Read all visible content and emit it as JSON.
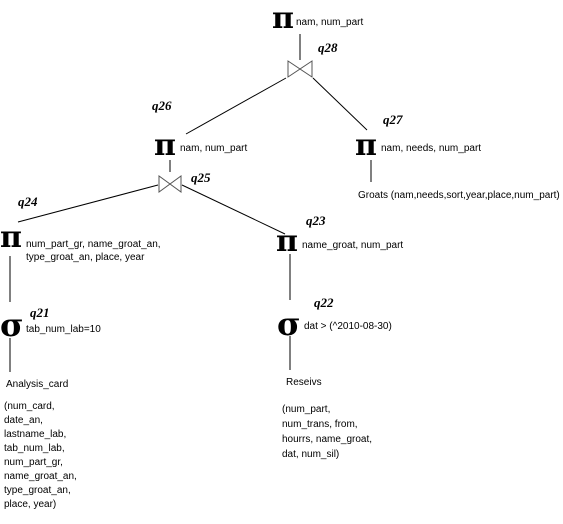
{
  "nodes": {
    "q28": {
      "sym": "π",
      "label": "nam, num_part"
    },
    "join_top": {
      "q": "q28"
    },
    "q26": {
      "q": "q26",
      "sym": "π",
      "label": "nam, num_part"
    },
    "q27": {
      "q": "q27",
      "sym": "π",
      "label": "nam, needs,  num_part"
    },
    "groats": {
      "label": "Groats (nam,needs,sort,year,place,num_part)"
    },
    "join_mid": {
      "q": "q25"
    },
    "q24": {
      "q": "q24",
      "sym": "π",
      "line1": "num_part_gr, name_groat_an,",
      "line2": "type_groat_an, place, year"
    },
    "q23": {
      "q": "q23",
      "sym": "π",
      "label": "name_groat, num_part"
    },
    "q21": {
      "q": "q21",
      "sym": "σ",
      "label": "tab_num_lab=10"
    },
    "q22": {
      "q": "q22",
      "sym": "σ",
      "label": "dat > (^2010-08-30)"
    },
    "analysis": {
      "name": "Analysis_card",
      "attrs": [
        "(num_card,",
        "date_an,",
        "lastname_lab,",
        "tab_num_lab,",
        "num_part_gr,",
        "name_groat_an,",
        "type_groat_an,",
        "place, year)"
      ]
    },
    "reseivs": {
      "name": "Reseivs",
      "attrs": [
        "(num_part,",
        "num_trans, from,",
        "hourrs, name_groat,",
        "dat, num_sil)"
      ]
    }
  }
}
